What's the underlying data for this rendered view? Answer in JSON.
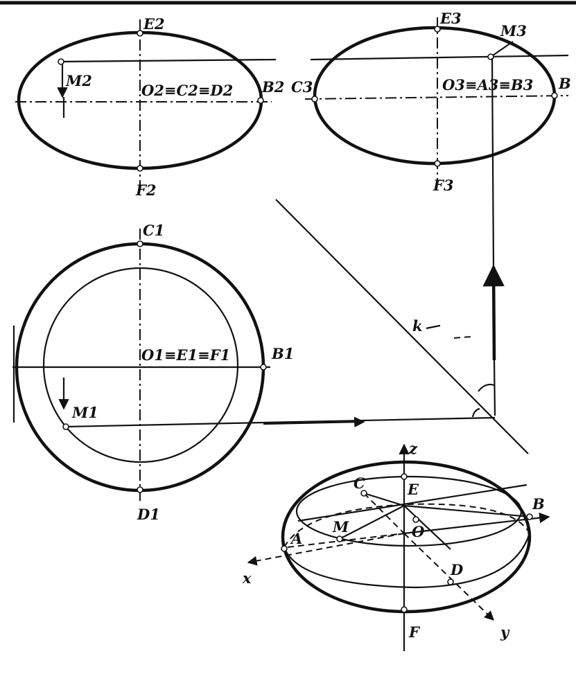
{
  "labels": {
    "E2": "E2",
    "F2": "F2",
    "M2": "M2",
    "B2": "B2",
    "view2_center": "O2≡C2≡D2",
    "E3": "E3",
    "F3": "F3",
    "M3": "M3",
    "C3": "C3",
    "B3": "B",
    "view3_center": "O3≡A3≡B3",
    "C1": "C1",
    "D1": "D1",
    "B1": "B1",
    "M1": "M1",
    "view1_center": "O1≡E1≡F1",
    "k": "k",
    "z": "z",
    "x": "x",
    "y": "y",
    "A": "A",
    "B": "B",
    "C": "C",
    "D": "D",
    "E": "E",
    "F": "F",
    "M": "M",
    "O": "O"
  }
}
